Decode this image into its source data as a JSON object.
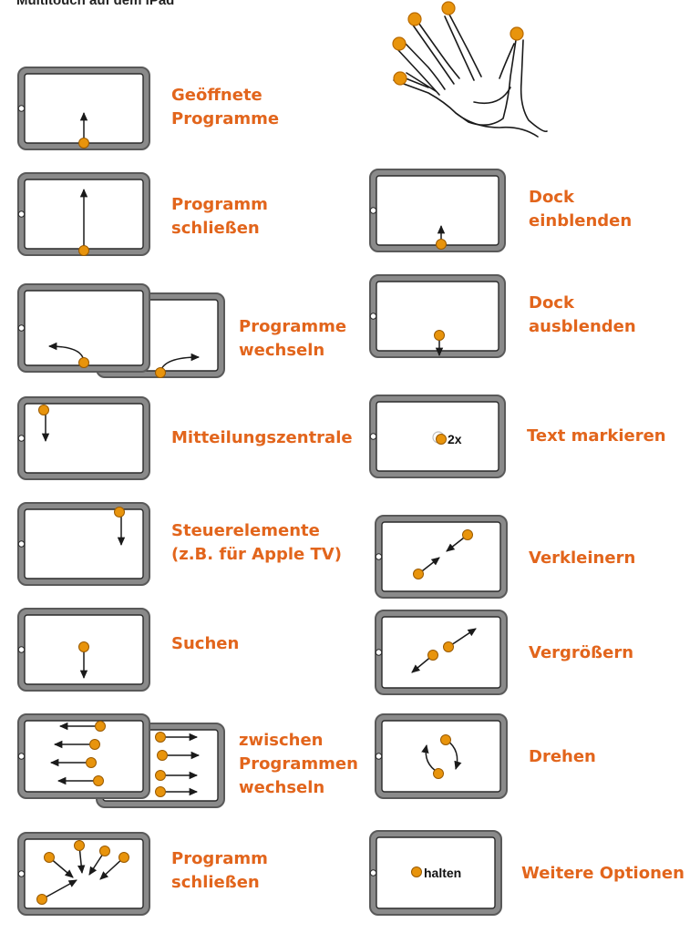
{
  "page": {
    "title": "Multitouch auf dem iPad"
  },
  "colors": {
    "label": "#e2651c",
    "finger": "#e8940c",
    "frame": "#595959",
    "arrow": "#1a1a1a"
  },
  "hand": {
    "icon": "hand-fingertips-icon"
  },
  "tiles": [
    {
      "id": "geoeffnete-programme",
      "lines": [
        "Geöffnete",
        "Programme"
      ],
      "tag": ""
    },
    {
      "id": "programm-schliessen",
      "lines": [
        "Programm",
        "schließen"
      ],
      "tag": ""
    },
    {
      "id": "programme-wechseln",
      "lines": [
        "Programme",
        "wechseln"
      ],
      "tag": ""
    },
    {
      "id": "mitteilungszentrale",
      "lines": [
        "Mitteilungszentrale"
      ],
      "tag": ""
    },
    {
      "id": "steuerelemente",
      "lines": [
        "Steuerelemente",
        "(z.B. für Apple TV)"
      ],
      "tag": ""
    },
    {
      "id": "suchen",
      "lines": [
        "Suchen"
      ],
      "tag": ""
    },
    {
      "id": "zwischen-programmen-wechseln",
      "lines": [
        "zwischen",
        "Programmen",
        "wechseln"
      ],
      "tag": ""
    },
    {
      "id": "programm-schliessen-4",
      "lines": [
        "Programm",
        "schließen"
      ],
      "tag": ""
    },
    {
      "id": "dock-einblenden",
      "lines": [
        "Dock",
        "einblenden"
      ],
      "tag": ""
    },
    {
      "id": "dock-ausblenden",
      "lines": [
        "Dock",
        "ausblenden"
      ],
      "tag": ""
    },
    {
      "id": "text-markieren",
      "lines": [
        "Text markieren"
      ],
      "tag": "2x"
    },
    {
      "id": "verkleinern",
      "lines": [
        "Verkleinern"
      ],
      "tag": ""
    },
    {
      "id": "vergroessern",
      "lines": [
        "Vergrößern"
      ],
      "tag": ""
    },
    {
      "id": "drehen",
      "lines": [
        "Drehen"
      ],
      "tag": ""
    },
    {
      "id": "weitere-optionen",
      "lines": [
        "Weitere Optionen"
      ],
      "tag": "halten"
    }
  ]
}
